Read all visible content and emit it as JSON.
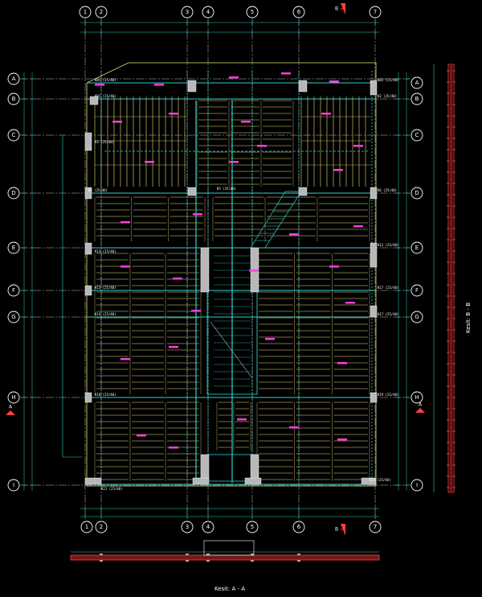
{
  "colors": {
    "background": "#000000",
    "grid_line": "#d8d8d8",
    "joist": "#e8e07a",
    "beam": "#2fd0c8",
    "wall": "#c8c8c8",
    "tag": "#ff3de0",
    "column": "#b8b8b8",
    "section_wall": "#ff4040"
  },
  "axes_numbered": [
    "1",
    "2",
    "3",
    "4",
    "5",
    "6",
    "7"
  ],
  "axes_lettered": [
    "A",
    "B",
    "C",
    "D",
    "E",
    "F",
    "G",
    "H",
    "I"
  ],
  "section_markers": {
    "a_left": "A",
    "a_right": "A",
    "b_top": "B",
    "b_bottom": "B"
  },
  "section_titles": {
    "aa": "Kesit: A - A",
    "bb": "Kesit: B - B"
  },
  "labels": {
    "a": [
      "KB1 (25/40)",
      "KB1 (25/40)"
    ],
    "b": [
      "KB2 (25/40)",
      "K2 (25/40)"
    ],
    "c": [
      "K3 (25/40)"
    ],
    "d": [
      "K4 (25/40)",
      "K5 (25/40)",
      "K6 (25/40)"
    ],
    "e": [
      "K13 (25/40)",
      "K12 (25/40)"
    ],
    "f": [
      "K13 (25/40)",
      "K17 (25/40)"
    ],
    "g": [
      "K14 (25/40)",
      "K17 (25/40)"
    ],
    "h": [
      "K18 (25/40)",
      "K19 (25/40)"
    ],
    "i": [
      "K21 (25/40)",
      "K24 (25/40)"
    ]
  }
}
